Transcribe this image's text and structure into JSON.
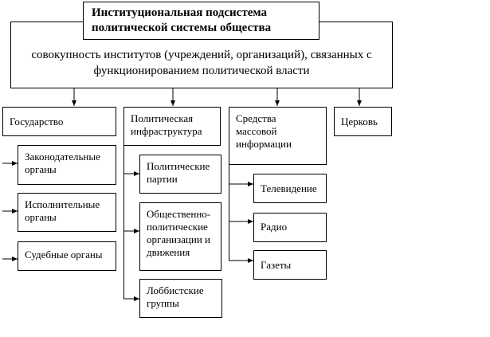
{
  "title": [
    "Институциональная подсистема",
    "политической системы общества"
  ],
  "definition": [
    "совокупность институтов (учреждений, организаций), связанных с",
    "функционированием политической власти"
  ],
  "categories": {
    "state": "Государство",
    "infrastructure": "Политическая\nинфраструктура",
    "media": "Средства\nмассовой\nинформации",
    "church": "Церковь"
  },
  "state_items": [
    "Законодательные\nорганы",
    "Исполнительные\nорганы",
    "Судебные органы"
  ],
  "infrastructure_items": [
    "Политические\nпартии",
    "Общественно-\nполитические\nорганизации и\nдвижения",
    "Лоббистские\nгруппы"
  ],
  "media_items": [
    "Телевидение",
    "Радио",
    "Газеты"
  ]
}
